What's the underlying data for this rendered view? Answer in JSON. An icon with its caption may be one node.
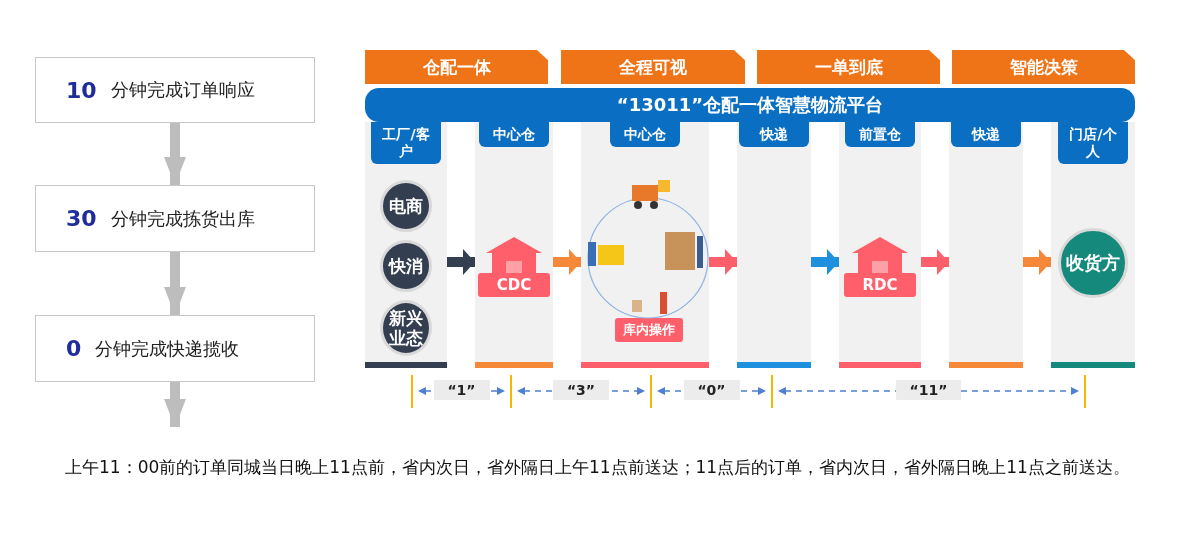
{
  "diagram": {
    "caption": "上午11：00前的订单同城当日晚上11点前，省内次日，省外隔日上午11点前送达；11点后的订单，省内次日，省外隔日晚上11点之前送达。",
    "nodes": [
      {
        "text": [
          "10",
          "分钟完成订单响应"
        ]
      },
      {
        "text": [
          "30",
          "分钟完成拣货出库"
        ]
      },
      {
        "text": [
          "0",
          "分钟完成快递揽收"
        ]
      },
      {
        "text": [
          "仓配一体"
        ]
      },
      {
        "text": [
          "全程可视"
        ]
      },
      {
        "text": [
          "一单到底"
        ]
      },
      {
        "text": [
          "智能决策"
        ]
      },
      {
        "text": [
          "“13011”仓配一体智慧物流平台"
        ]
      },
      {
        "text": [
          "工厂/客户"
        ]
      },
      {
        "text": [
          "中心仓"
        ]
      },
      {
        "text": [
          "中心仓"
        ]
      },
      {
        "text": [
          "快递"
        ]
      },
      {
        "text": [
          "前置仓"
        ]
      },
      {
        "text": [
          "快递"
        ]
      },
      {
        "text": [
          "门店/个人"
        ]
      },
      {
        "text": [
          "电商"
        ],
        "in": 8
      },
      {
        "text": [
          "快消"
        ],
        "in": 8
      },
      {
        "text": [
          "新兴业态"
        ],
        "in": 8
      },
      {
        "text": [
          "CDC"
        ],
        "in": 9
      },
      {
        "text": [
          "库内操作"
        ],
        "in": 10
      },
      {
        "text": [
          "RDC"
        ],
        "in": 12
      },
      {
        "text": [
          "收货方"
        ],
        "in": 14
      }
    ],
    "edges": [
      {
        "from": 0,
        "to": 1,
        "arrow": "to"
      },
      {
        "from": 1,
        "to": 2,
        "arrow": "to"
      },
      {
        "from": 2,
        "to": null,
        "arrow": "to"
      },
      {
        "from": 8,
        "to": 9,
        "arrow": "to",
        "color": "#333f50"
      },
      {
        "from": 9,
        "to": 10,
        "arrow": "to",
        "color": "#f6883a"
      },
      {
        "from": 10,
        "to": 11,
        "arrow": "to",
        "color": "#ff5f6b"
      },
      {
        "from": 11,
        "to": 12,
        "arrow": "to",
        "color": "#1e90dd"
      },
      {
        "from": 12,
        "to": 13,
        "arrow": "to",
        "color": "#ff5f6b"
      },
      {
        "from": 13,
        "to": 14,
        "arrow": "to",
        "color": "#f6883a"
      }
    ],
    "labels": [
      "“1”",
      "“3”",
      "“0”",
      "“11”"
    ]
  }
}
